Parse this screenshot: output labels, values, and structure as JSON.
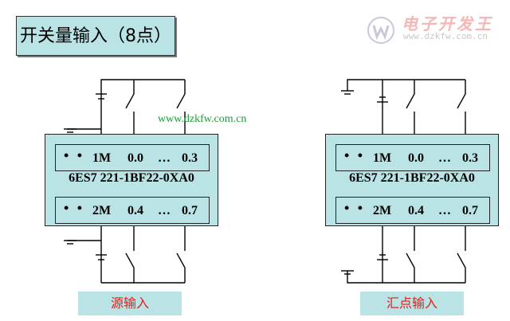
{
  "title": "开关量输入（8点）",
  "logo": {
    "text": "电子开发王",
    "url": "www.dzkfw.com.cn"
  },
  "watermark": "www.dzkfw.com.cn",
  "modules": [
    {
      "top_row": {
        "dots": "• •",
        "common": "1M",
        "start": "0.0",
        "ellipsis": "…",
        "end": "0.3"
      },
      "model": "6ES7 221-1BF22-0XA0",
      "bottom_row": {
        "dots": "• •",
        "common": "2M",
        "start": "0.4",
        "ellipsis": "…",
        "end": "0.7"
      },
      "caption": "源输入"
    },
    {
      "top_row": {
        "dots": "• •",
        "common": "1M",
        "start": "0.0",
        "ellipsis": "…",
        "end": "0.3"
      },
      "model": "6ES7 221-1BF22-0XA0",
      "bottom_row": {
        "dots": "• •",
        "common": "2M",
        "start": "0.4",
        "ellipsis": "…",
        "end": "0.7"
      },
      "caption": "汇点输入"
    }
  ],
  "colors": {
    "panel": "#b9e3e5",
    "caption_text": "#e0201c",
    "watermark": "#1e9a38"
  }
}
